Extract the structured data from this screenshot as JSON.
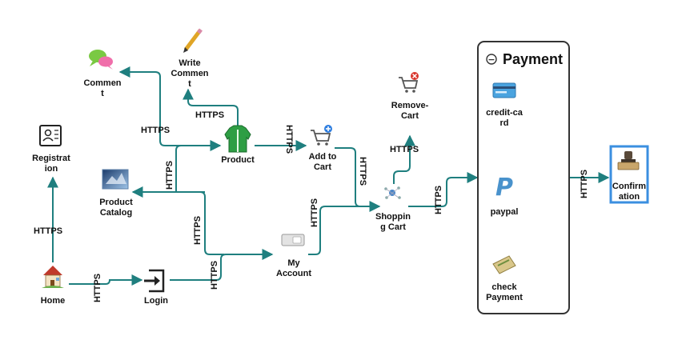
{
  "colors": {
    "connector": "#1f7f7f",
    "highlight": "#3b8fe0",
    "panel_border": "#333333"
  },
  "edge_label": "HTTPS",
  "nodes": {
    "home": "Home",
    "login": "Login",
    "registration": [
      "Registrat",
      "ion"
    ],
    "product_catalog": [
      "Product",
      "Catalog"
    ],
    "comment": [
      "Commen",
      "t"
    ],
    "write_comment": [
      "Write",
      "Commen",
      "t"
    ],
    "product": "Product",
    "add_to_cart": [
      "Add to",
      "Cart"
    ],
    "my_account": [
      "My",
      "Account"
    ],
    "remove_cart": [
      "Remove-",
      "Cart"
    ],
    "shopping_cart": [
      "Shoppin",
      "g Cart"
    ],
    "confirmation": [
      "Confirm",
      "ation"
    ]
  },
  "payment": {
    "title": "Payment",
    "toggle": "−",
    "credit_card": [
      "credit-ca",
      "rd"
    ],
    "paypal": "paypal",
    "check_payment": [
      "check",
      "Payment"
    ]
  }
}
